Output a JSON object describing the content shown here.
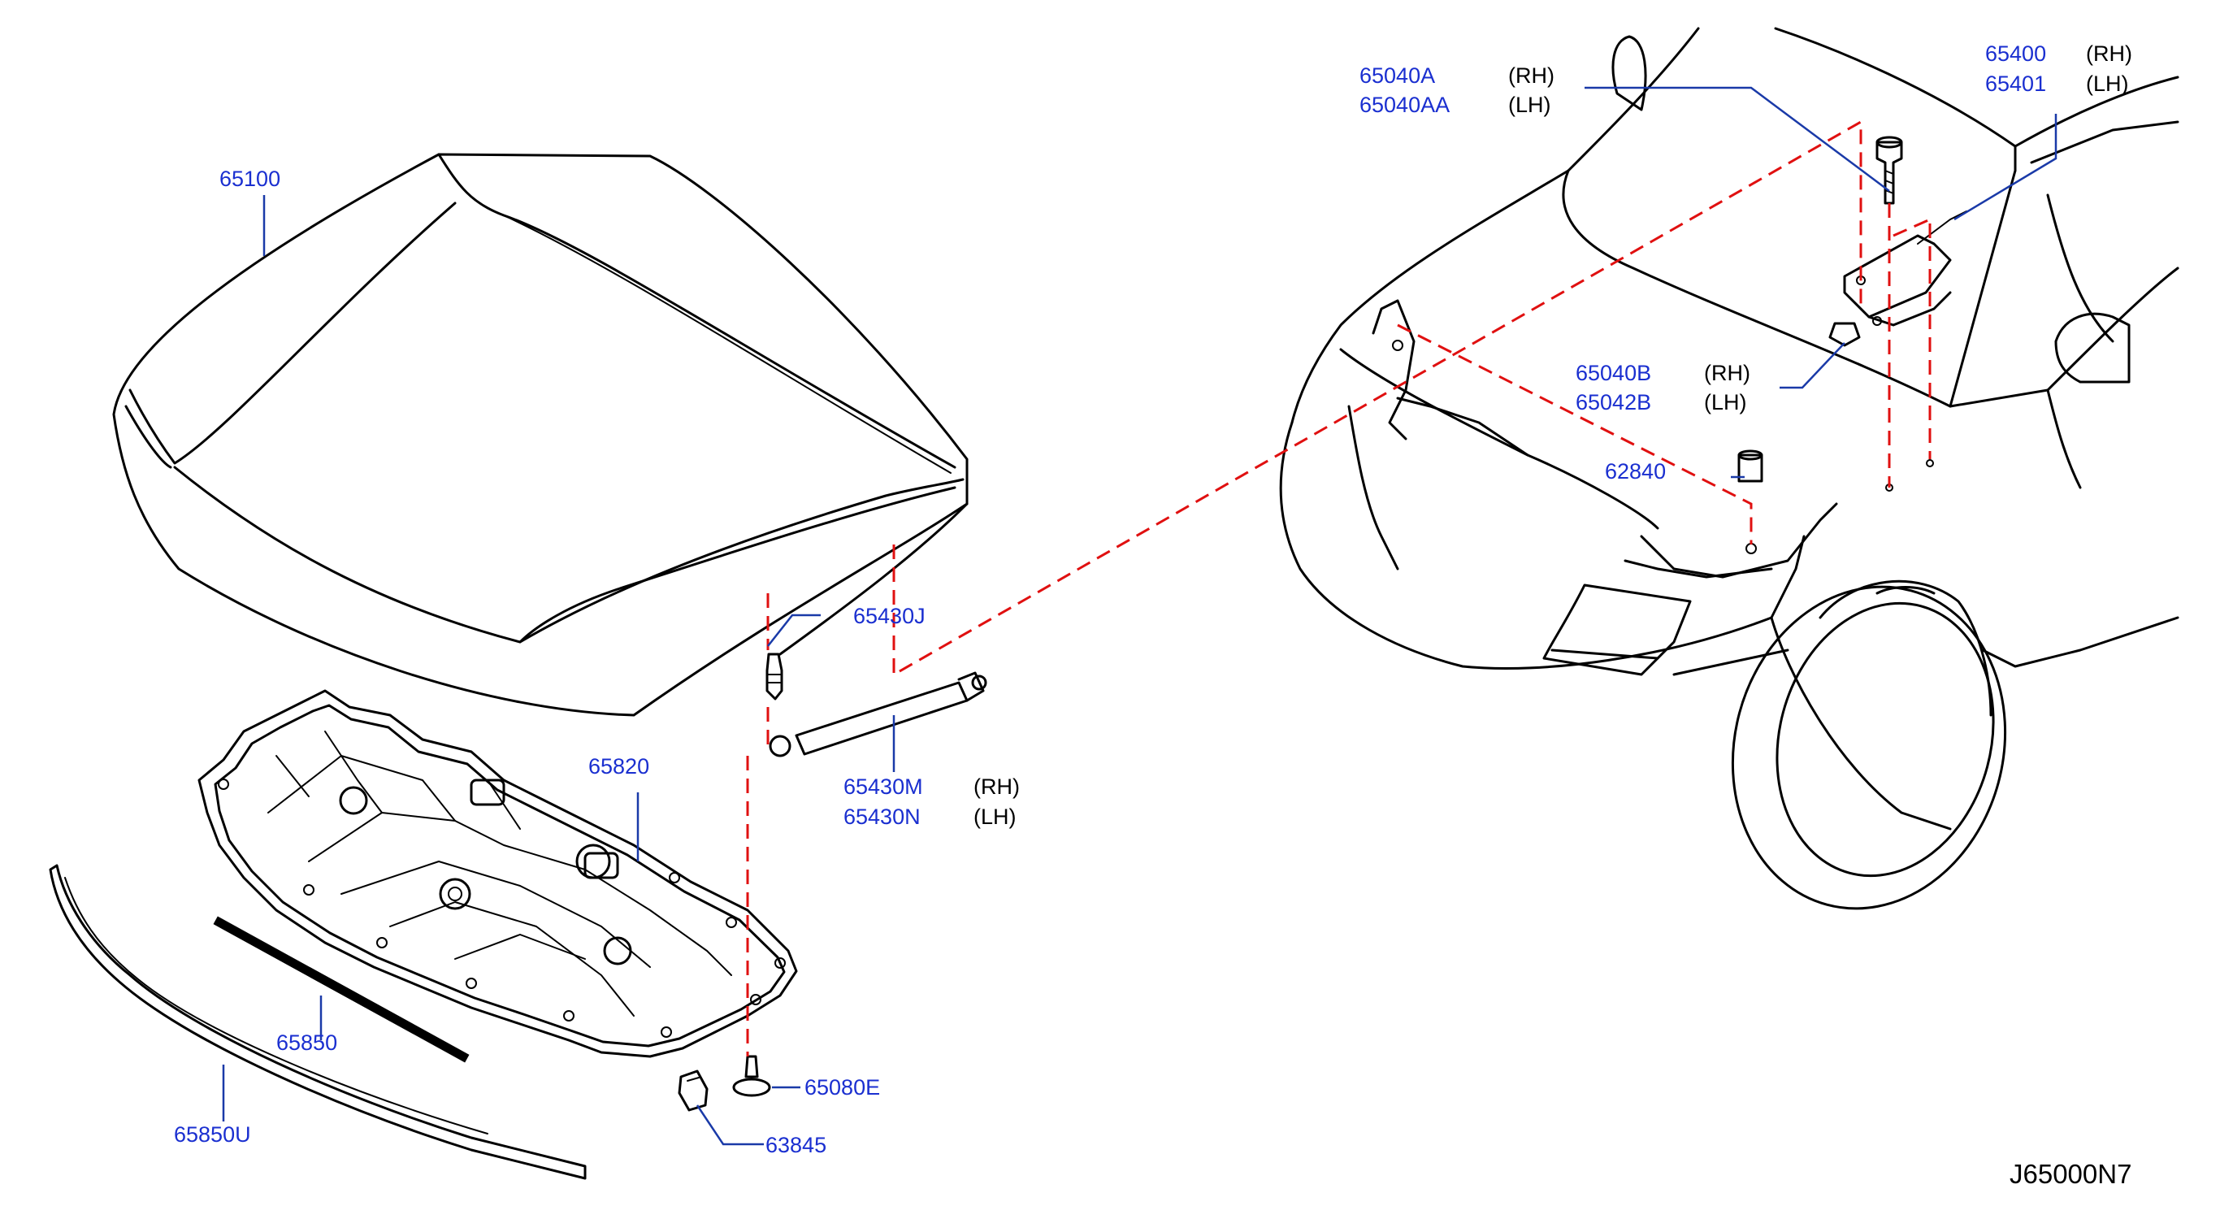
{
  "diagram_code": "J65000N7",
  "colors": {
    "part_number": "#1a2fd0",
    "leader_line": "#1a3aa8",
    "drawing": "#000000",
    "dashed_guide": "#e01010"
  },
  "callouts": {
    "hood": {
      "part": "65100"
    },
    "hood_insulator": {
      "part": "65820"
    },
    "hood_seal": {
      "part": "65850"
    },
    "hood_seal_upper": {
      "part": "65850U"
    },
    "stay_ball_stud": {
      "part": "65430J"
    },
    "hood_stay": {
      "parts": [
        "65430M",
        "65430N"
      ],
      "sides": [
        "(RH)",
        "(LH)"
      ]
    },
    "clip_65080e": {
      "part": "65080E"
    },
    "clip_63845": {
      "part": "63845"
    },
    "hood_lock_bumper": {
      "parts": [
        "65040A",
        "65040AA"
      ],
      "sides": [
        "(RH)",
        "(LH)"
      ]
    },
    "hood_hinge": {
      "parts": [
        "65400",
        "65401"
      ],
      "sides": [
        "(RH)",
        "(LH)"
      ]
    },
    "hinge_nut": {
      "parts": [
        "65040B",
        "65042B"
      ],
      "sides": [
        "(RH)",
        "(LH)"
      ]
    },
    "bumper_62840": {
      "part": "62840"
    }
  }
}
